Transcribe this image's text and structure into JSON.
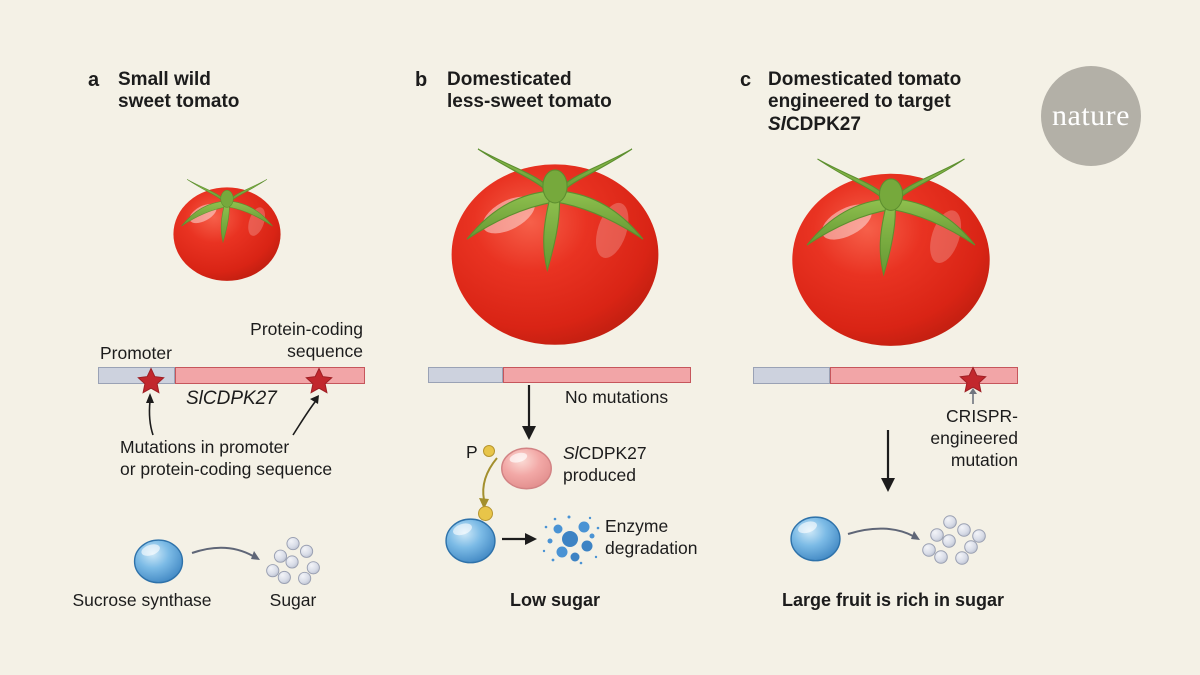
{
  "colors": {
    "background": "#f4f1e6",
    "text": "#1c1c1c",
    "bar_gray": "#cdd2de",
    "bar_gray_border": "#9aa2b5",
    "bar_pink": "#f2a5a7",
    "bar_pink_border": "#c6565c",
    "star_red": "#c2272d",
    "star_red_border": "#9e1f24",
    "tomato_red": "#df2317",
    "leaf_green": "#79ad3d",
    "ball_blue": "#62aadd",
    "ball_pink": "#f1a3a1",
    "dot_yellow": "#e8c549",
    "arrow_dark": "#1c1c1c",
    "arrow_gray": "#5f6677",
    "arrow_olive": "#a38f2d",
    "sugar_fill": "#d9dde8",
    "sugar_border": "#9aa0b2",
    "fragment_blue": "#4a93d4",
    "logo_bg": "#b3b0a7",
    "logo_text": "#ffffff"
  },
  "logo": {
    "text": "nature"
  },
  "panel_a": {
    "letter": "a",
    "title1": "Small wild",
    "title2": "sweet tomato",
    "coding1": "Protein-coding",
    "coding2": "sequence",
    "promoter": "Promoter",
    "gene": "SlCDPK27",
    "mutations1": "Mutations in promoter",
    "mutations2": "or protein-coding sequence",
    "enzyme": "Sucrose synthase",
    "sugar": "Sugar"
  },
  "panel_b": {
    "letter": "b",
    "title1": "Domesticated",
    "title2": "less-sweet tomato",
    "no_mutations": "No mutations",
    "phospho": "P",
    "protein_prefix": "Sl",
    "protein_rest": "CDPK27",
    "protein_line2": "produced",
    "degradation1": "Enzyme",
    "degradation2": "degradation",
    "result": "Low sugar"
  },
  "panel_c": {
    "letter": "c",
    "title1": "Domesticated tomato",
    "title2": "engineered to target",
    "gene_prefix": "Sl",
    "gene_rest": "CDPK27",
    "crispr1": "CRISPR-",
    "crispr2": "engineered",
    "crispr3": "mutation",
    "result": "Large fruit is rich in sugar"
  }
}
